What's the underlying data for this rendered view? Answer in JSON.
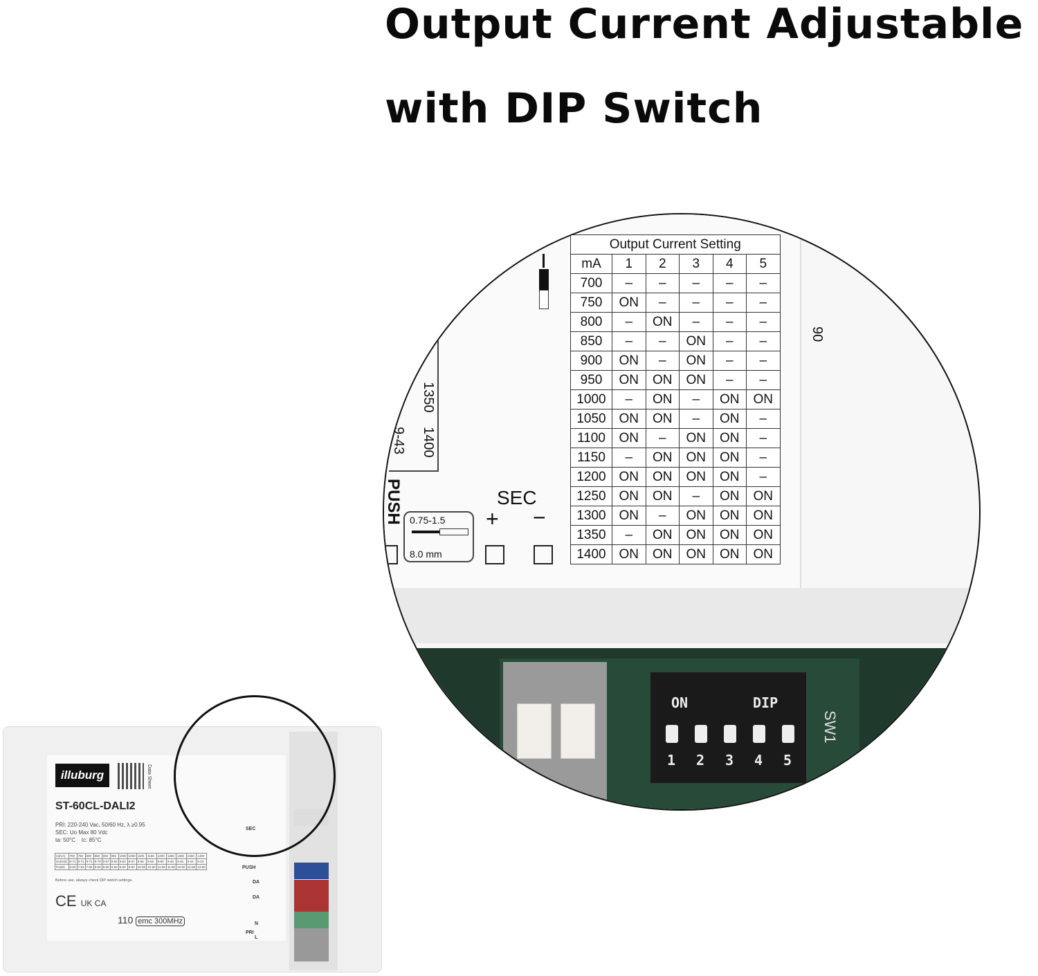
{
  "headline": {
    "line1": "Output Current Adjustable",
    "line2": "with DIP Switch"
  },
  "setting_table": {
    "title": "Output Current Setting",
    "headers": [
      "mA",
      "1",
      "2",
      "3",
      "4",
      "5"
    ],
    "rows": [
      [
        "700",
        "–",
        "–",
        "–",
        "–",
        "–"
      ],
      [
        "750",
        "ON",
        "–",
        "–",
        "–",
        "–"
      ],
      [
        "800",
        "–",
        "ON",
        "–",
        "–",
        "–"
      ],
      [
        "850",
        "–",
        "–",
        "ON",
        "–",
        "–"
      ],
      [
        "900",
        "ON",
        "–",
        "ON",
        "–",
        "–"
      ],
      [
        "950",
        "ON",
        "ON",
        "ON",
        "–",
        "–"
      ],
      [
        "1000",
        "–",
        "ON",
        "–",
        "ON",
        "ON"
      ],
      [
        "1050",
        "ON",
        "ON",
        "–",
        "ON",
        "–"
      ],
      [
        "1100",
        "ON",
        "–",
        "ON",
        "ON",
        "–"
      ],
      [
        "1150",
        "–",
        "ON",
        "ON",
        "ON",
        "–"
      ],
      [
        "1200",
        "ON",
        "ON",
        "ON",
        "ON",
        "–"
      ],
      [
        "1250",
        "ON",
        "ON",
        "–",
        "ON",
        "ON"
      ],
      [
        "1300",
        "ON",
        "–",
        "ON",
        "ON",
        "ON"
      ],
      [
        "1350",
        "–",
        "ON",
        "ON",
        "ON",
        "ON"
      ],
      [
        "1400",
        "ON",
        "ON",
        "ON",
        "ON",
        "ON"
      ]
    ]
  },
  "zoom_labels": {
    "sec": "SEC",
    "plus": "+",
    "minus": "−",
    "wire_gauge": "0.75-1.5",
    "strip_length": "8.0 mm",
    "push": "PUSH",
    "cell_1350": "1350",
    "cell_1400": "1400",
    "cell_943": "9-43",
    "cell_partial": "90"
  },
  "dip_switch": {
    "on_label": "ON",
    "dip_label": "DIP",
    "board_label": "SW1",
    "numbers": [
      "1",
      "2",
      "3",
      "4",
      "5"
    ],
    "positions_on": [
      false,
      false,
      false,
      false,
      false
    ]
  },
  "device": {
    "brand": "illuburg",
    "qr_caption": "Data Sheet",
    "model": "ST-60CL-DALI2",
    "pri": "PRI: 220-240 Vac, 50/60 Hz, λ ≥0.95",
    "sec": "SEC: Uo Max 80 Vdc",
    "temps": "ta: 50°C    tc: 85°C",
    "spec_table": {
      "row_labels": [
        "Io(mA)",
        "Uo(Vdc)",
        "Po(W)"
      ],
      "io": [
        "700",
        "750",
        "800",
        "850",
        "900",
        "950",
        "1000",
        "1050",
        "1100",
        "1150",
        "1200",
        "1250",
        "1300",
        "1350",
        "1400"
      ],
      "uo": [
        "9-71",
        "9-71",
        "9-71",
        "9-70",
        "9-67",
        "9-63",
        "9-60",
        "9-57",
        "9-55",
        "9-52",
        "9-50",
        "9-48",
        "9-46",
        "9-44",
        "9-43"
      ],
      "po": [
        "6-50",
        "7-53",
        "7-56",
        "8-60",
        "8-60",
        "9-60",
        "9-60",
        "9-60",
        "10-60",
        "10-60",
        "11-60",
        "11-60",
        "12-60",
        "12-60",
        "13-60"
      ]
    },
    "note": "Before use, always check DIP switch settings.",
    "marks": [
      "CE",
      "UK CA",
      "emc 300MHz",
      "110"
    ],
    "terminal_labels": [
      "SEC",
      "PUSH",
      "DA",
      "DA",
      "PRI",
      "N",
      "L"
    ]
  }
}
